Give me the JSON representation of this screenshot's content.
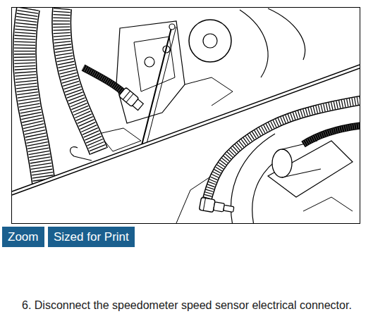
{
  "diagram": {
    "nodes": [
      {
        "text": [
          "Zoom"
        ]
      },
      {
        "text": [
          "Sized for Print"
        ]
      }
    ],
    "labels": [
      "6. Disconnect the speedometer speed sensor electrical connector."
    ]
  }
}
